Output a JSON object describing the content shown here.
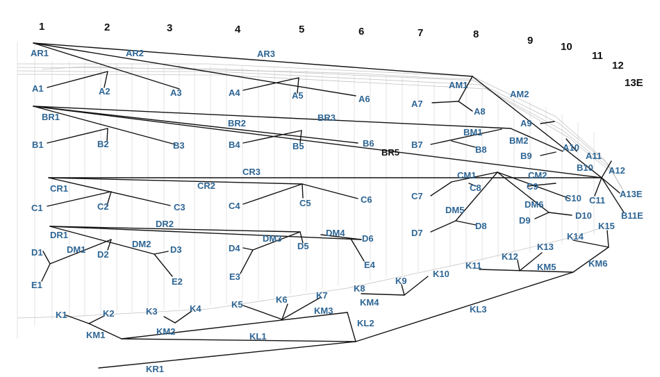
{
  "column_numbers": [
    "1",
    "2",
    "3",
    "4",
    "5",
    "6",
    "7",
    "8",
    "9",
    "10",
    "11",
    "12",
    "13E"
  ],
  "labels": [
    {
      "id": "AR1",
      "text": "AR1"
    },
    {
      "id": "AR2",
      "text": "AR2"
    },
    {
      "id": "AR3",
      "text": "AR3"
    },
    {
      "id": "A1",
      "text": "A1"
    },
    {
      "id": "A2",
      "text": "A2"
    },
    {
      "id": "A3",
      "text": "A3"
    },
    {
      "id": "A4",
      "text": "A4"
    },
    {
      "id": "A5",
      "text": "A5"
    },
    {
      "id": "A6",
      "text": "A6"
    },
    {
      "id": "AM1",
      "text": "AM1"
    },
    {
      "id": "A7",
      "text": "A7"
    },
    {
      "id": "A8",
      "text": "A8"
    },
    {
      "id": "AM2",
      "text": "AM2"
    },
    {
      "id": "A9",
      "text": "A9"
    },
    {
      "id": "A10",
      "text": "A10"
    },
    {
      "id": "A11",
      "text": "A11"
    },
    {
      "id": "A12",
      "text": "A12"
    },
    {
      "id": "A13E",
      "text": "A13E"
    },
    {
      "id": "BR1",
      "text": "BR1"
    },
    {
      "id": "BR2",
      "text": "BR2"
    },
    {
      "id": "BR3",
      "text": "BR3"
    },
    {
      "id": "BR5",
      "text": "BR5",
      "dark": true
    },
    {
      "id": "B1",
      "text": "B1"
    },
    {
      "id": "B2",
      "text": "B2"
    },
    {
      "id": "B3",
      "text": "B3"
    },
    {
      "id": "B4",
      "text": "B4"
    },
    {
      "id": "B5",
      "text": "B5"
    },
    {
      "id": "B6",
      "text": "B6"
    },
    {
      "id": "B7",
      "text": "B7"
    },
    {
      "id": "BM1",
      "text": "BM1"
    },
    {
      "id": "B8",
      "text": "B8"
    },
    {
      "id": "BM2",
      "text": "BM2"
    },
    {
      "id": "B9",
      "text": "B9"
    },
    {
      "id": "B10",
      "text": "B10"
    },
    {
      "id": "B11E",
      "text": "B11E"
    },
    {
      "id": "CR1",
      "text": "CR1"
    },
    {
      "id": "CR2",
      "text": "CR2"
    },
    {
      "id": "CR3",
      "text": "CR3"
    },
    {
      "id": "C1",
      "text": "C1"
    },
    {
      "id": "C2",
      "text": "C2"
    },
    {
      "id": "C3",
      "text": "C3"
    },
    {
      "id": "C4",
      "text": "C4"
    },
    {
      "id": "C5",
      "text": "C5"
    },
    {
      "id": "C6",
      "text": "C6"
    },
    {
      "id": "C7",
      "text": "C7"
    },
    {
      "id": "CM1",
      "text": "CM1"
    },
    {
      "id": "C8",
      "text": "C8"
    },
    {
      "id": "CM2",
      "text": "CM2"
    },
    {
      "id": "C9",
      "text": "C9"
    },
    {
      "id": "C10",
      "text": "C10"
    },
    {
      "id": "C11",
      "text": "C11"
    },
    {
      "id": "DM5",
      "text": "DM5"
    },
    {
      "id": "D7",
      "text": "D7"
    },
    {
      "id": "D8",
      "text": "D8"
    },
    {
      "id": "DM6",
      "text": "DM6"
    },
    {
      "id": "D9",
      "text": "D9"
    },
    {
      "id": "D10",
      "text": "D10"
    },
    {
      "id": "DR1",
      "text": "DR1"
    },
    {
      "id": "DR2",
      "text": "DR2"
    },
    {
      "id": "D1",
      "text": "D1"
    },
    {
      "id": "DM1",
      "text": "DM1"
    },
    {
      "id": "D2",
      "text": "D2"
    },
    {
      "id": "DM2",
      "text": "DM2"
    },
    {
      "id": "D3",
      "text": "D3"
    },
    {
      "id": "E1",
      "text": "E1"
    },
    {
      "id": "E2",
      "text": "E2"
    },
    {
      "id": "D4",
      "text": "D4"
    },
    {
      "id": "DM3",
      "text": "DM3"
    },
    {
      "id": "D5",
      "text": "D5"
    },
    {
      "id": "E3",
      "text": "E3"
    },
    {
      "id": "DM4",
      "text": "DM4"
    },
    {
      "id": "D6",
      "text": "D6"
    },
    {
      "id": "E4",
      "text": "E4"
    },
    {
      "id": "K1",
      "text": "K1"
    },
    {
      "id": "K2",
      "text": "K2"
    },
    {
      "id": "KM1",
      "text": "KM1"
    },
    {
      "id": "K3",
      "text": "K3"
    },
    {
      "id": "K4",
      "text": "K4"
    },
    {
      "id": "KM2",
      "text": "KM2"
    },
    {
      "id": "KL1",
      "text": "KL1"
    },
    {
      "id": "KR1",
      "text": "KR1"
    },
    {
      "id": "K5",
      "text": "K5"
    },
    {
      "id": "K6",
      "text": "K6"
    },
    {
      "id": "K7",
      "text": "K7"
    },
    {
      "id": "KM3",
      "text": "KM3"
    },
    {
      "id": "K8",
      "text": "K8"
    },
    {
      "id": "KM4",
      "text": "KM4"
    },
    {
      "id": "K9",
      "text": "K9"
    },
    {
      "id": "KL2",
      "text": "KL2"
    },
    {
      "id": "K10",
      "text": "K10"
    },
    {
      "id": "K11",
      "text": "K11"
    },
    {
      "id": "K12",
      "text": "K12"
    },
    {
      "id": "K13",
      "text": "K13"
    },
    {
      "id": "KM5",
      "text": "KM5"
    },
    {
      "id": "K14",
      "text": "K14"
    },
    {
      "id": "K15",
      "text": "K15"
    },
    {
      "id": "KM6",
      "text": "KM6"
    },
    {
      "id": "KL3",
      "text": "KL3"
    }
  ],
  "colors": {
    "label": "#2d6594",
    "line": "#111111",
    "guide": "#c2c2c2"
  }
}
